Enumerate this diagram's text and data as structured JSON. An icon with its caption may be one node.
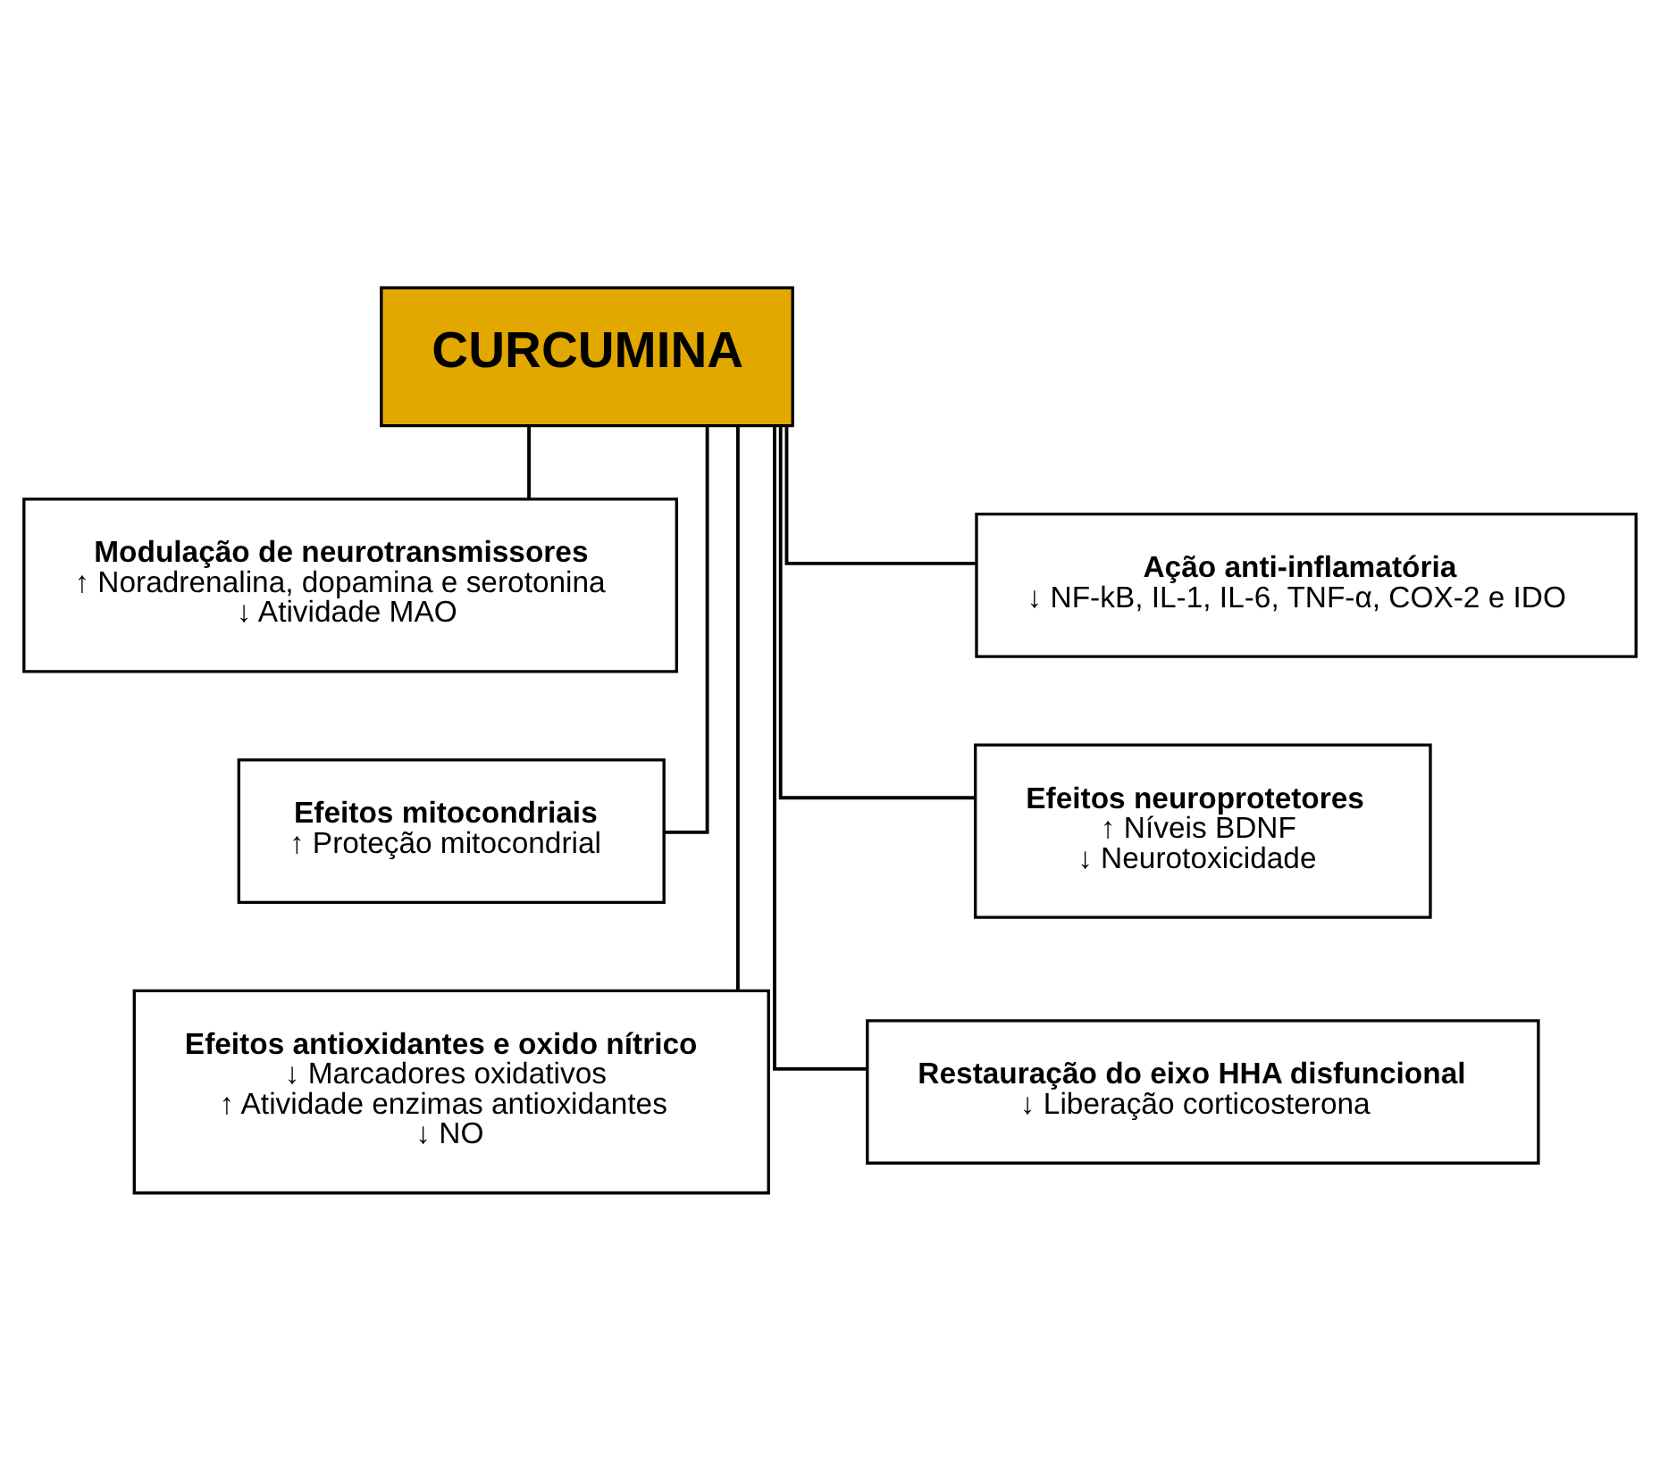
{
  "diagram": {
    "nodes": [
      {
        "text": [
          "CURCUMINA"
        ]
      },
      {
        "text": [
          "Modulação de neurotransmissores",
          "↑ Noradrenalina, dopamina e serotonina",
          "↓ Atividade MAO"
        ]
      },
      {
        "text": [
          "Ação anti-inflamatória",
          "↓ NF-kB, IL-1, IL-6, TNF-α, COX-2 e IDO"
        ]
      },
      {
        "text": [
          "Efeitos mitocondriais",
          "↑ Proteção mitocondrial"
        ]
      },
      {
        "text": [
          "Efeitos neuroprotetores",
          "↑ Níveis BDNF",
          "↓ Neurotoxicidade"
        ]
      },
      {
        "text": [
          "Efeitos antioxidantes e oxido nítrico",
          "↓ Marcadores oxidativos",
          "↑ Atividade enzimas antioxidantes",
          "↓ NO"
        ]
      },
      {
        "text": [
          "Restauração do eixo HHA disfuncional",
          "↓ Liberação corticosterona"
        ]
      }
    ],
    "edges": [
      {
        "from": 0,
        "to": 1,
        "arrow": "none"
      },
      {
        "from": 0,
        "to": 2,
        "arrow": "none"
      },
      {
        "from": 0,
        "to": 3,
        "arrow": "none"
      },
      {
        "from": 0,
        "to": 4,
        "arrow": "none"
      },
      {
        "from": 0,
        "to": 5,
        "arrow": "none"
      },
      {
        "from": 0,
        "to": 6,
        "arrow": "none"
      }
    ]
  }
}
